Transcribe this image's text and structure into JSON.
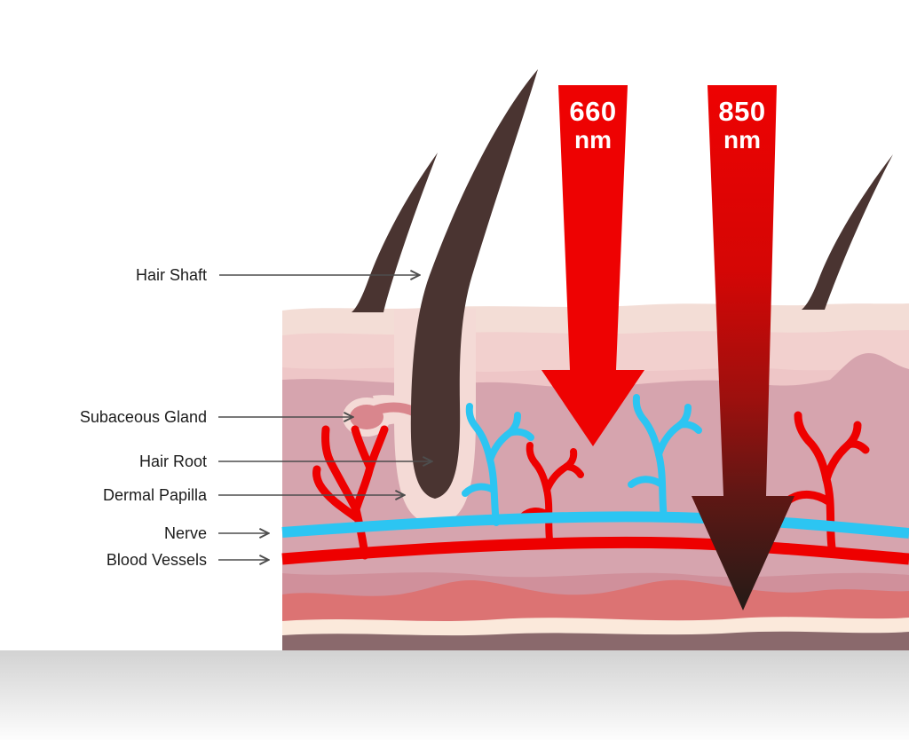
{
  "diagram": {
    "light_arrows": [
      {
        "value": "660",
        "unit": "nm"
      },
      {
        "value": "850",
        "unit": "nm"
      }
    ],
    "labels": {
      "hair_shaft": "Hair Shaft",
      "sebaceous_gland": "Subaceous Gland",
      "hair_root": "Hair Root",
      "dermal_papilla": "Dermal Papilla",
      "nerve": "Nerve",
      "blood_vessels": "Blood Vessels"
    },
    "colors": {
      "laser_red": "#ee0202",
      "laser_tip_dark": "#241b17",
      "nerve_blue": "#2cc5f2",
      "vessel_red": "#ee0000",
      "hair_brown": "#4a3431",
      "follicle_sheath": "#f4dad6",
      "gland_pink": "#d9868d",
      "epidermis_surface": "#f3ddd6",
      "epidermis_pink": "#f2d0ce",
      "epidermis_lower": "#eec6c7",
      "dermis_mauve": "#d6a4ae",
      "dermis_deep": "#d0909b",
      "hypodermis_salmon": "#dc7373",
      "fat_cream": "#fbe9db",
      "muscle_taupe": "#8a696c",
      "label_text": "#1c1c1c",
      "pointer_line": "#4d4d4d"
    }
  }
}
